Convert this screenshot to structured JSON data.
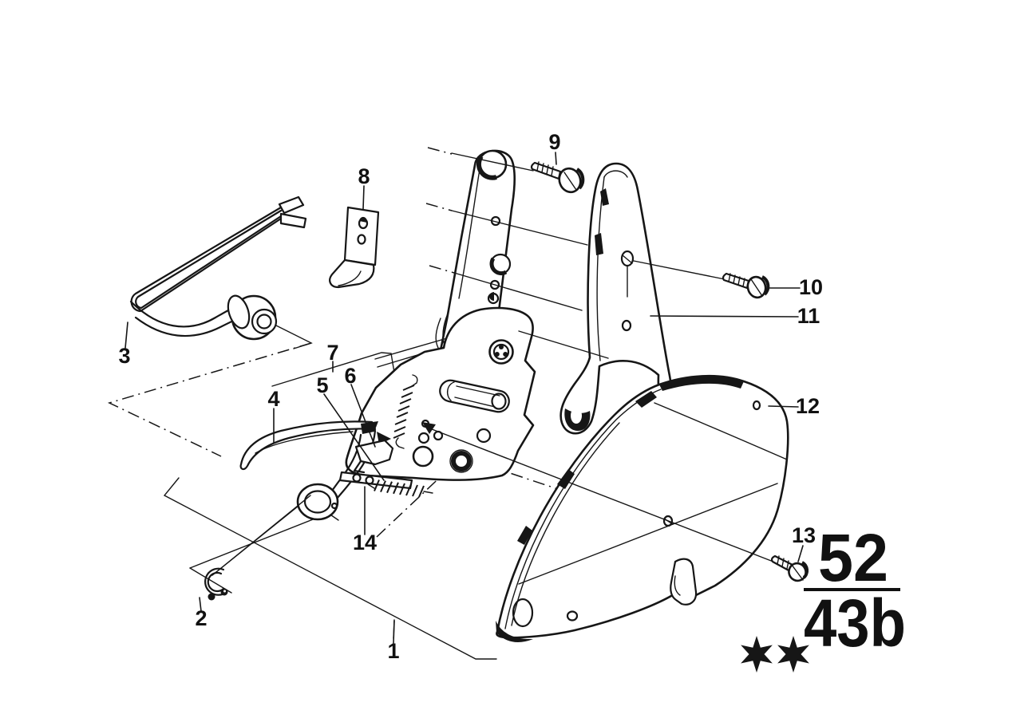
{
  "diagram": {
    "type": "exploded-parts-line-diagram",
    "description": "Black and white exploded view of a seat backrest recliner fitting with numbered part callouts",
    "background_color": "#ffffff",
    "ink_color": "#161616",
    "callouts": [
      "1",
      "2",
      "3",
      "4",
      "5",
      "6",
      "7",
      "8",
      "9",
      "10",
      "11",
      "12",
      "13",
      "14"
    ],
    "section_code": {
      "numerator": "52",
      "denominator": "43b"
    },
    "footnote_stars": "✶✶"
  }
}
